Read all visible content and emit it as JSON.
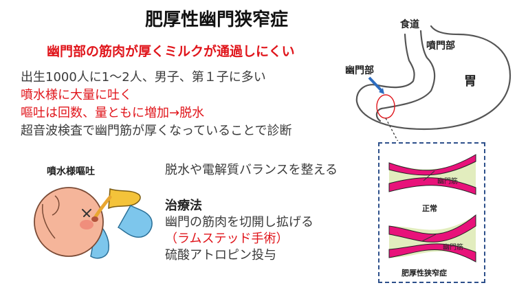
{
  "title": "肥厚性幽門狭窄症",
  "subtitle": "幽門部の筋肉が厚くミルクが通過しにくい",
  "facts": [
    {
      "text": "出生1000人に1〜2人、男子、第１子に多い",
      "color": "#3a3a3a"
    },
    {
      "text": "噴水様に大量に吐く",
      "color": "#e0151b"
    },
    {
      "text": "嘔吐は回数、量ともに増加→脱水",
      "color": "#e0151b"
    },
    {
      "text": "超音波検査で幽門筋が厚くなっていることで診断",
      "color": "#3a3a3a"
    }
  ],
  "stomach_diagram": {
    "esophagus": "食道",
    "fundus": "噴門部",
    "pylorus": "幽門部",
    "stomach": "胃"
  },
  "baby_label": "噴水様嘔吐",
  "treatment": {
    "fluid": "脱水や電解質バランスを整える",
    "heading": "治療法",
    "surgery": "幽門の筋肉を切開し拡げる",
    "surgery_name": "（ラムステッド手術）",
    "drug": "硫酸アトロピン投与"
  },
  "pylorus_comparison": {
    "muscle_label_normal": "幽門筋",
    "normal": "正常",
    "muscle_label_thick": "幽門筋",
    "thick": "肥厚性狭窄症"
  },
  "colors": {
    "accent": "#e0151b",
    "muscle": "#e8127a",
    "border": "#2c4f8a",
    "mucosa": "#d8e7a8"
  }
}
